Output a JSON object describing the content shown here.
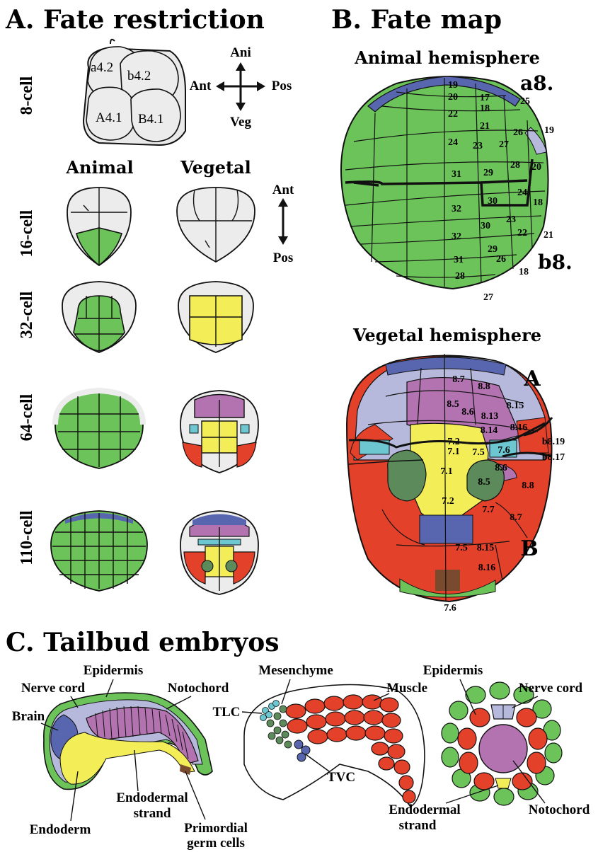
{
  "panel_a": {
    "title": "A. Fate restriction",
    "stages": [
      "8-cell",
      "16-cell",
      "32-cell",
      "64-cell",
      "110-cell"
    ],
    "col_animal": "Animal",
    "col_vegetal": "Vegetal",
    "eight_cell_labels": [
      "a4.2",
      "b4.2",
      "A4.1",
      "B4.1"
    ],
    "axis1": {
      "top": "Ani",
      "bottom": "Veg",
      "left": "Ant",
      "right": "Pos"
    },
    "axis2": {
      "top": "Ant",
      "bottom": "Pos"
    }
  },
  "panel_b": {
    "title": "B. Fate map",
    "animal_title": "Animal hemisphere",
    "vegetal_title": "Vegetal hemisphere",
    "animal_labels": {
      "a8": "a8.",
      "b8": "b8.",
      "n19a": "19",
      "n20a": "20",
      "n17": "17",
      "n18a": "18",
      "n25": "25",
      "n22a": "22",
      "n21a": "21",
      "n26a": "26",
      "n19b": "19",
      "n24a": "24",
      "n23a": "23",
      "n27a": "27",
      "n28a": "28",
      "n20b": "20",
      "n31a": "31",
      "n29a": "29",
      "n24b": "24",
      "n32a": "32",
      "n30a": "30",
      "n18b": "18",
      "n23b": "23",
      "n22b": "22",
      "n21b": "21",
      "n32b": "32",
      "n30b": "30",
      "n29b": "29",
      "n31b": "31",
      "n26b": "26",
      "n18c": "18",
      "n28b": "28",
      "n27b": "27"
    },
    "vegetal_labels": {
      "A": "A",
      "B": "B",
      "v87a": "8.7",
      "v88a": "8.8",
      "v85a": "8.5",
      "v86a": "8.6",
      "v813": "8.13",
      "v815a": "8.15",
      "v814": "8.14",
      "v816a": "8.16",
      "v72a": "7.2",
      "v71a": "7.1",
      "v75a": "7.5",
      "v76a": "7.6",
      "v819": "b8.19",
      "v817": "b8.17",
      "v86b": "8.6",
      "v71b": "7.1",
      "v85b": "8.5",
      "v88b": "8.8",
      "v72b": "7.2",
      "v77": "7.7",
      "v87b": "8.7",
      "v75b": "7.5",
      "v815b": "8.15",
      "v816b": "8.16",
      "v76b": "7.6"
    }
  },
  "panel_c": {
    "title": "C. Tailbud embryos",
    "labels": {
      "epidermis1": "Epidermis",
      "nerve_cord1": "Nerve cord",
      "notochord1": "Notochord",
      "brain": "Brain",
      "endodermal_strand1a": "Endodermal",
      "endodermal_strand1b": "strand",
      "endoderm": "Endoderm",
      "pgc_a": "Primordial",
      "pgc_b": "germ cells",
      "mesenchyme": "Mesenchyme",
      "muscle": "Muscle",
      "tlc": "TLC",
      "tvc": "TVC",
      "epidermis2": "Epidermis",
      "nerve_cord2": "Nerve cord",
      "endodermal_strand2a": "Endodermal",
      "endodermal_strand2b": "strand",
      "notochord2": "Notochord"
    }
  },
  "colors": {
    "epidermis_green": "#6cc35a",
    "neural_blue": "#5866b0",
    "neural_lilac": "#b7b9dc",
    "notochord_purple": "#b273b0",
    "endoderm_yellow": "#f3ee58",
    "muscle_red": "#e4412b",
    "mesenchyme_darkgreen": "#5c8a5a",
    "tlc_cyan": "#6cc7d0",
    "pgc_brown": "#7a4a2e",
    "undetermined_grey": "#ececec"
  }
}
